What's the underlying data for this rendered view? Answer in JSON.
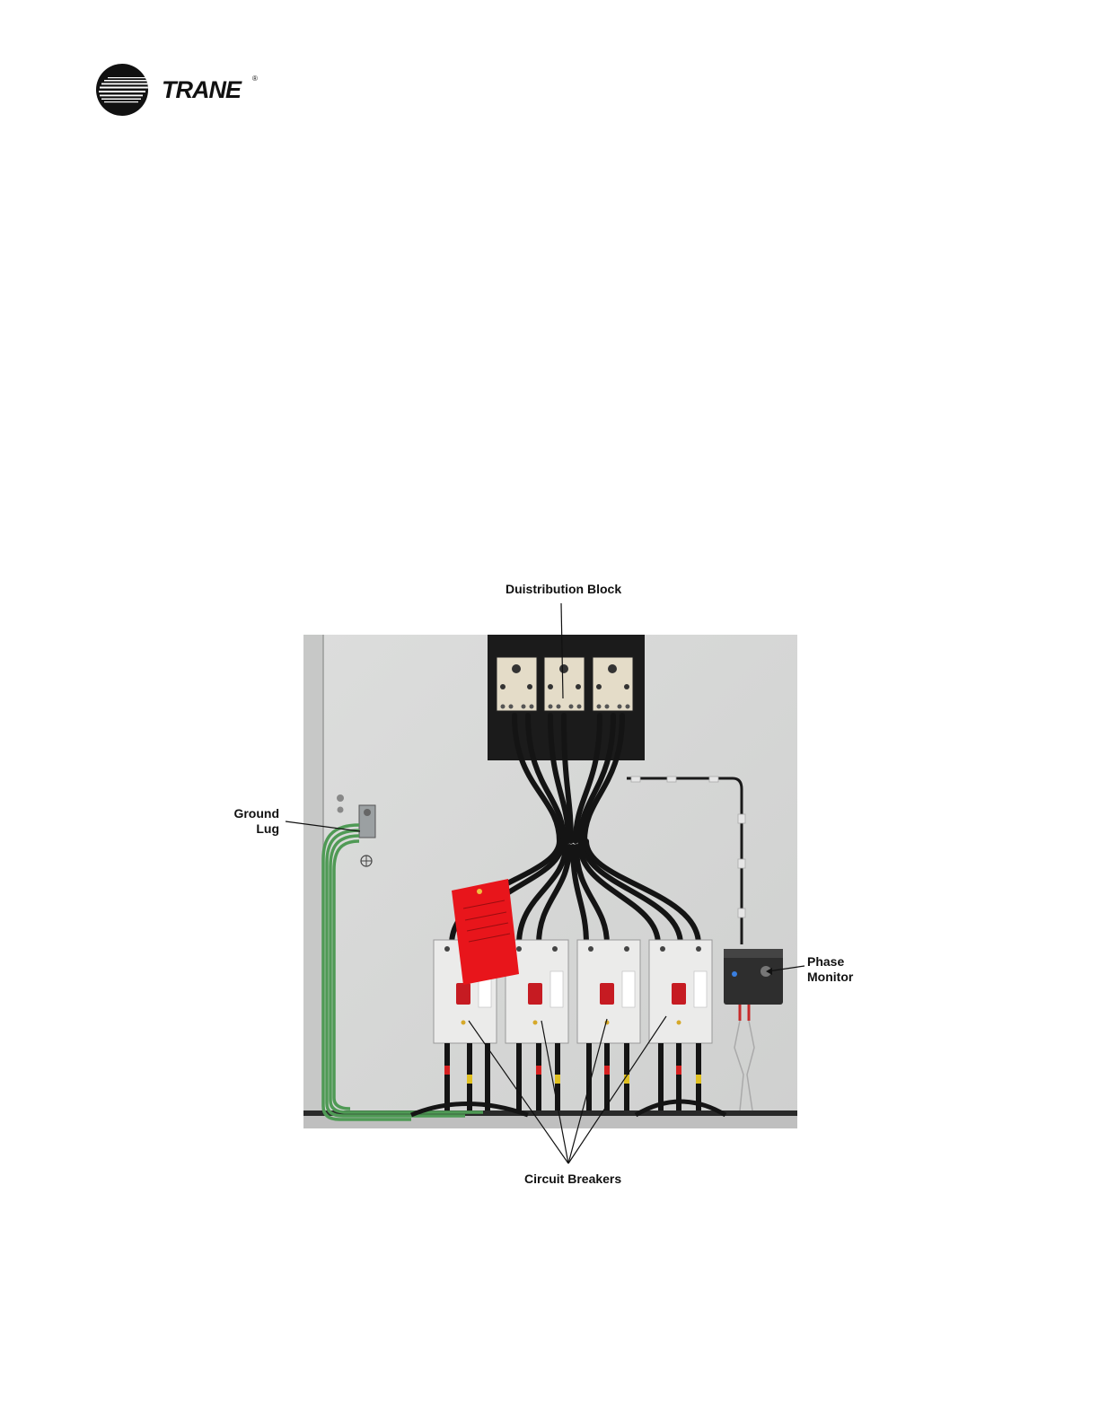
{
  "header": {
    "brand": "TRANE",
    "registered_mark": "®",
    "logo_icon": "trane-globe-icon"
  },
  "figure": {
    "labels": {
      "distribution_block": "Duistribution Block",
      "ground_lug_line1": "Ground",
      "ground_lug_line2": "Lug",
      "phase_monitor_line1": "Phase",
      "phase_monitor_line2": "Monitor",
      "circuit_breakers": "Circuit Breakers"
    },
    "colors": {
      "panel": "#d8d9d8",
      "tag": "#e8151b",
      "ground_wire": "#4f9a55",
      "cable": "#151515"
    }
  }
}
